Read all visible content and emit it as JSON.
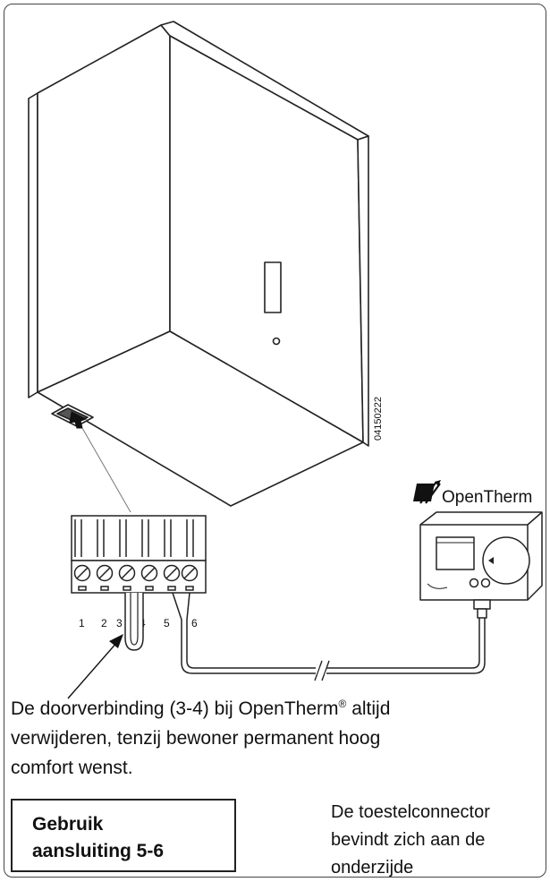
{
  "figure_code": "04150222",
  "brand_label": "OpenTherm",
  "terminal_numbers": [
    "1",
    "2",
    "3",
    "4",
    "5",
    "6"
  ],
  "note": {
    "line1_a": "De doorverbinding (3-4) bij OpenTherm",
    "line1_sup": "®",
    "line1_b": " altijd",
    "line2": "verwijderen, tenzij bewoner permanent hoog",
    "line3": "comfort wenst."
  },
  "use_box": {
    "line1": "Gebruik",
    "line2": "aansluiting 5-6"
  },
  "location_note": {
    "line1": "De toestelconnector",
    "line2": "bevindt zich aan de",
    "line3": "onderzijde"
  }
}
